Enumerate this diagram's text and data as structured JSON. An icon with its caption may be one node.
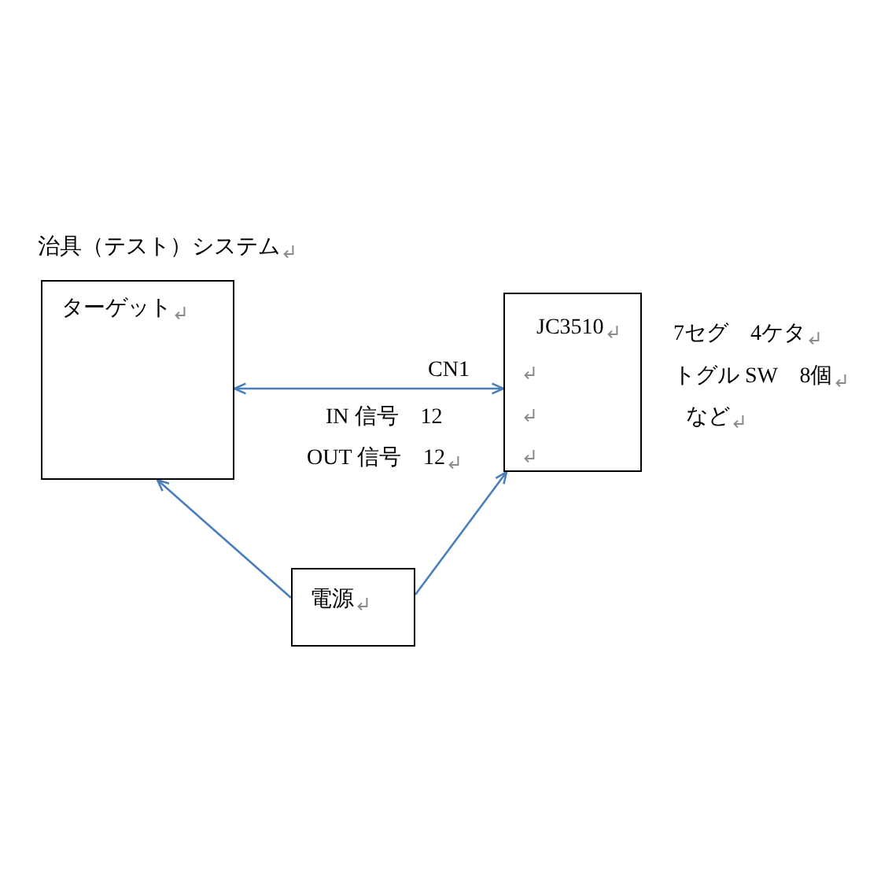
{
  "diagram": {
    "title": "治具（テスト）システム",
    "nodes": [
      {
        "text": [
          "ターゲット"
        ]
      },
      {
        "text": [
          "JC3510"
        ],
        "beside": [
          "7セグ　4ケタ",
          "トグル SW　8個",
          "など"
        ]
      },
      {
        "text": [
          "電源"
        ]
      }
    ],
    "edges": [
      {
        "from": 0,
        "to": 1,
        "arrow": "both",
        "label": "CN1"
      },
      {
        "from": 2,
        "to": 0,
        "arrow": "to"
      },
      {
        "from": 2,
        "to": 1,
        "arrow": "to"
      }
    ],
    "labels": [
      "IN 信号　12",
      "OUT 信号　12"
    ]
  }
}
